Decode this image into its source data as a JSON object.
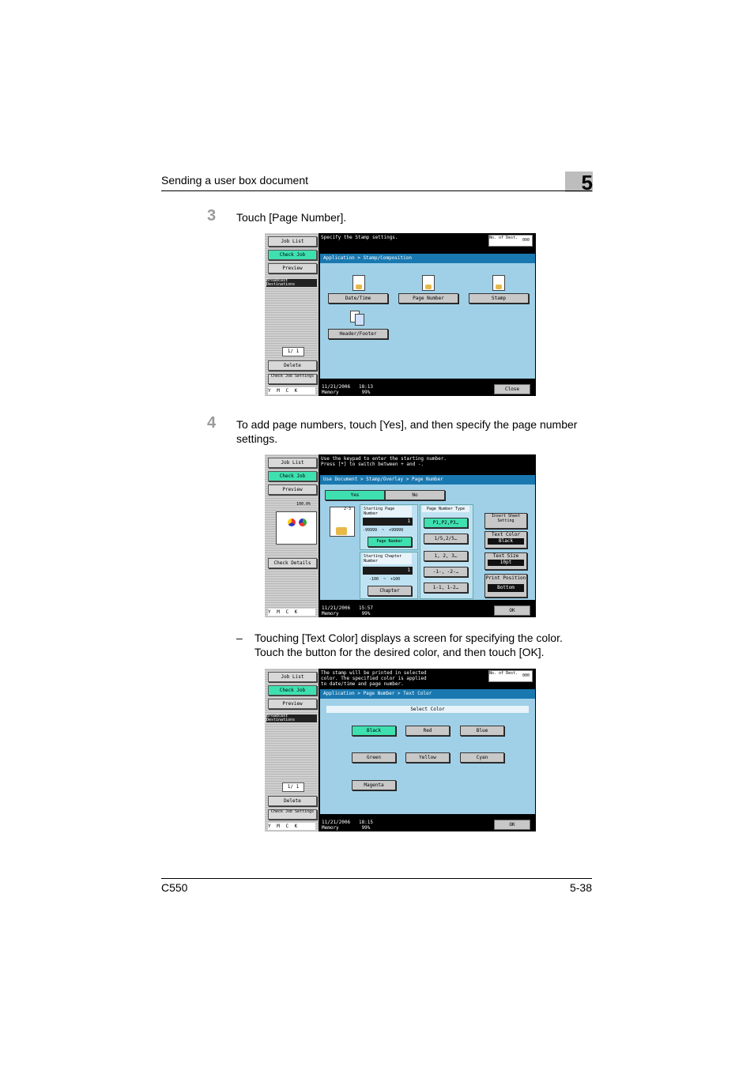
{
  "header": {
    "title": "Sending a user box document",
    "chapter": "5"
  },
  "steps": [
    {
      "num": "3",
      "text": "Touch [Page Number]."
    },
    {
      "num": "4",
      "text_line1": "To add page numbers, touch [Yes], and then specify the page number",
      "text_line2": "settings."
    }
  ],
  "bullet": {
    "dash": "–",
    "line1": "Touching [Text Color] displays a screen for specifying the color.",
    "line2": "Touch the button for the desired color, and then touch [OK]."
  },
  "footer": {
    "left": "C550",
    "right": "5-38"
  },
  "screen1": {
    "side": {
      "job_list": "Job List",
      "check_job": "Check Job",
      "preview": "Preview",
      "dest": "Broadcast Destinations",
      "counter": "1/  1",
      "delete": "Delete",
      "check_job_settings": "Check Job Settings",
      "toner": "Y M C K"
    },
    "message": "Specify the Stamp settings.",
    "mini": {
      "label": "No. of Dest.",
      "value": "000"
    },
    "breadcrumb": "Application > Stamp/Composition",
    "buttons": {
      "date_time": "Date/Time",
      "page_number": "Page Number",
      "stamp": "Stamp",
      "header_footer": "Header/Footer"
    },
    "status": {
      "line1": "11/21/2006   18:13",
      "line2": "Memory        99%"
    },
    "close": "Close"
  },
  "screen2": {
    "side": {
      "job_list": "Job List",
      "check_job": "Check Job",
      "preview": "Preview",
      "zoom": "100.0%",
      "check_details": "Check Details",
      "toner": "Y M C K"
    },
    "message": "Use the keypad to enter the starting number.\nPress [*] to switch between + and -.",
    "breadcrumb": "Use Document > Stamp/Overlay > Page Number",
    "yes": "Yes",
    "no": "No",
    "page_icon_label": "2-3",
    "starting_page": {
      "label": "Starting Page Number",
      "value": "1",
      "range": "-99999  ~  +99999",
      "button": "Page Number"
    },
    "starting_chapter": {
      "label": "Starting Chapter Number",
      "value": "1",
      "range": "-100  ~  +100",
      "button": "Chapter"
    },
    "type": {
      "label": "Page Number Type",
      "opt1": "P1,P2,P3…",
      "opt2": "1/5,2/5…",
      "opt3": "1, 2, 3…",
      "opt4": "-1-, -2-…",
      "opt5": "1-1, 1-2…"
    },
    "insert_sheet": "Insert Sheet Setting",
    "text_color": {
      "label": "Text Color",
      "value": "Black"
    },
    "text_size": {
      "label": "Text Size",
      "value": "10pt"
    },
    "print_position": {
      "label": "Print Position",
      "value": "Bottom"
    },
    "status": {
      "line1": "11/21/2006   15:57",
      "line2": "Memory        99%"
    },
    "ok": "OK"
  },
  "screen3": {
    "side": {
      "job_list": "Job List",
      "check_job": "Check Job",
      "preview": "Preview",
      "dest": "Broadcast Destinations",
      "counter": "1/  1",
      "delete": "Delete",
      "check_job_settings": "Check Job Settings",
      "toner": "Y M C K"
    },
    "message": "The stamp will be printed in selected\ncolor. The specified color is applied\nto date/time and page number.",
    "mini": {
      "label": "No. of Dest.",
      "value": "000"
    },
    "breadcrumb": "Application > Page Number > Text Color",
    "select_color": "Select Color",
    "colors": {
      "black": "Black",
      "red": "Red",
      "blue": "Blue",
      "green": "Green",
      "yellow": "Yellow",
      "cyan": "Cyan",
      "magenta": "Magenta"
    },
    "status": {
      "line1": "11/21/2006   18:15",
      "line2": "Memory        99%"
    },
    "ok": "OK"
  }
}
